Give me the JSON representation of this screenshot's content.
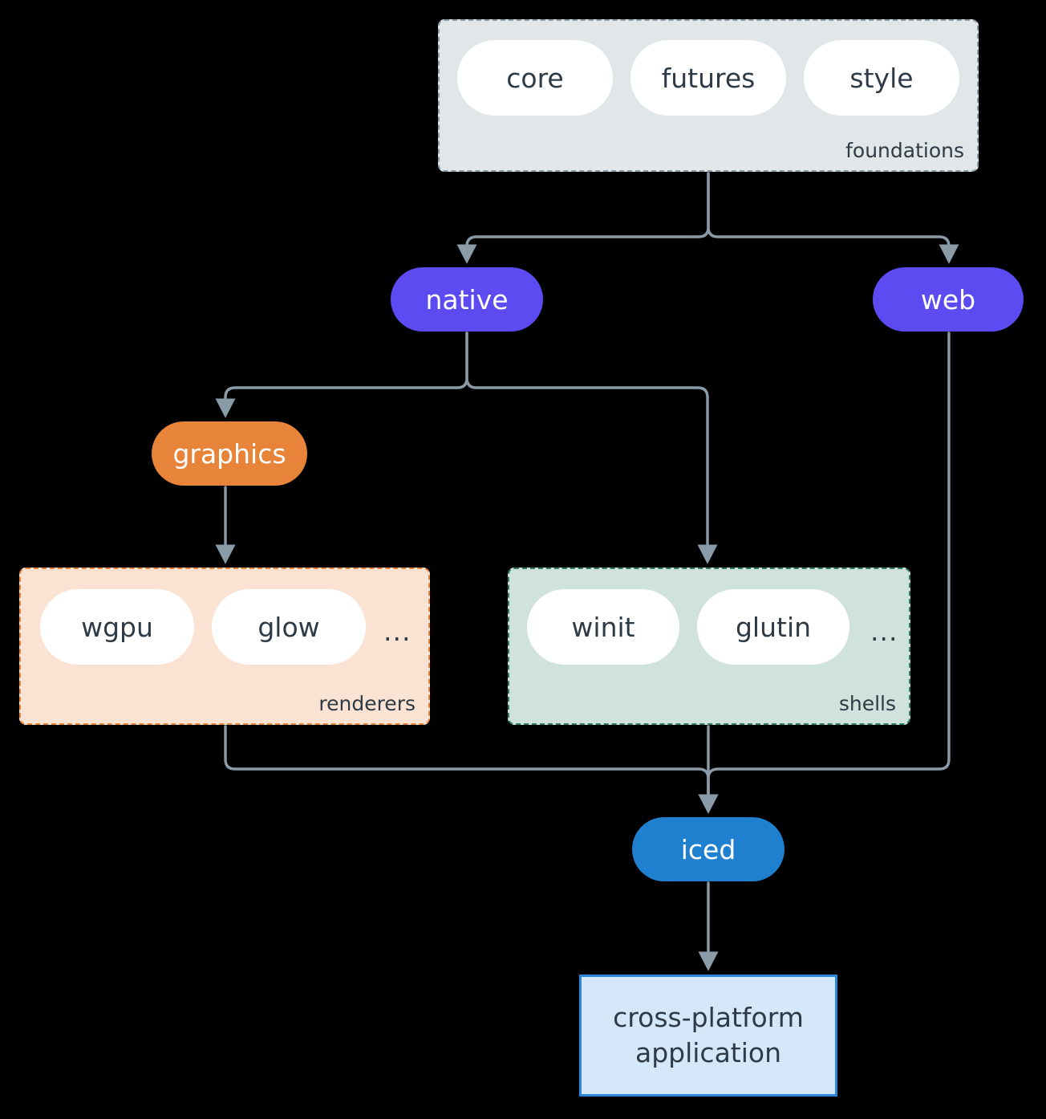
{
  "diagram": {
    "type": "architecture-flowchart",
    "background_color": "#000000",
    "edge_color": "#8A9BA8",
    "text_color": "#2E3A45",
    "clusters": [
      {
        "id": "foundations",
        "label": "foundations",
        "fill": "#E1E6E9",
        "border": "#8A9BA8",
        "border_style": "dashed",
        "members": [
          "core",
          "futures",
          "style"
        ]
      },
      {
        "id": "renderers",
        "label": "renderers",
        "fill": "#FBE3D4",
        "border": "#E8833A",
        "border_style": "dashed",
        "members": [
          "wgpu",
          "glow",
          "..."
        ]
      },
      {
        "id": "shells",
        "label": "shells",
        "fill": "#CFE2DC",
        "border": "#2E7D6B",
        "border_style": "dashed",
        "members": [
          "winit",
          "glutin",
          "..."
        ]
      }
    ],
    "pills": {
      "core": "core",
      "futures": "futures",
      "style": "style",
      "wgpu": "wgpu",
      "glow": "glow",
      "winit": "winit",
      "glutin": "glutin",
      "ellipsis_renderers": "...",
      "ellipsis_shells": "..."
    },
    "nodes": {
      "native": {
        "label": "native",
        "fill": "#5B4BF0",
        "shape": "stadium"
      },
      "web": {
        "label": "web",
        "fill": "#5B4BF0",
        "shape": "stadium"
      },
      "graphics": {
        "label": "graphics",
        "fill": "#E8833A",
        "shape": "stadium"
      },
      "iced": {
        "label": "iced",
        "fill": "#2080D0",
        "shape": "stadium"
      },
      "application": {
        "line1": "cross-platform",
        "line2": "application",
        "fill": "#D4E8F9",
        "border": "#2A87DB",
        "shape": "rectangle"
      }
    },
    "edges": [
      {
        "from": "foundations",
        "to": "native"
      },
      {
        "from": "foundations",
        "to": "web"
      },
      {
        "from": "native",
        "to": "graphics"
      },
      {
        "from": "native",
        "to": "shells"
      },
      {
        "from": "graphics",
        "to": "renderers"
      },
      {
        "from": "renderers",
        "to": "iced"
      },
      {
        "from": "shells",
        "to": "iced"
      },
      {
        "from": "web",
        "to": "iced"
      },
      {
        "from": "iced",
        "to": "application"
      }
    ]
  }
}
